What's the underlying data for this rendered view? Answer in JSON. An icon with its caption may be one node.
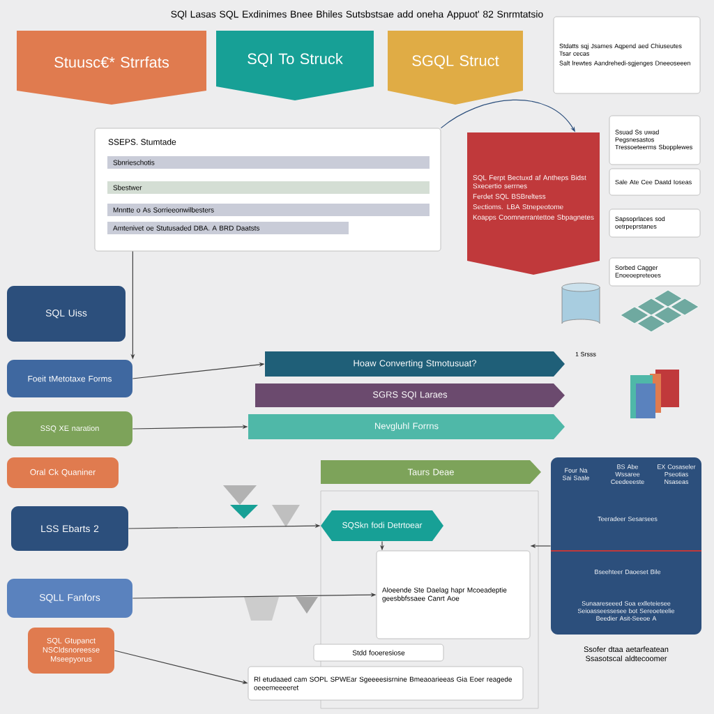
{
  "diagram": {
    "title": "SQl Lasas SQL Exdinimes Bnee Bhiles Sutsbstsae add oneha Appuot' 82 Snrmtatsio",
    "nodes": [
      {
        "text": [
          "Stuusc€* Strrfats"
        ]
      },
      {
        "text": [
          "SQI To Struck"
        ]
      },
      {
        "text": [
          "SGQL Struct"
        ]
      },
      {
        "text": [
          "Stdatts sqj Jsames Aqpend aed Chiuseutes Tsar cecas",
          "Salt lrewtes Aandrehedi-sgjenges Dneeoseeen"
        ]
      },
      {
        "text": [
          "SSEPS. Stumtade"
        ]
      },
      {
        "text": [
          "Sbnrieschotis"
        ],
        "in": 4
      },
      {
        "text": [
          "Sbestwer"
        ],
        "in": 4
      },
      {
        "text": [
          "Mnntte o As Sorrieeonwilbesters"
        ],
        "in": 4
      },
      {
        "text": [
          "Amtenivet oe Stutusaded DBA. A BRD Daatsts"
        ],
        "in": 4
      },
      {
        "text": [
          "SQL Ferpt Bectuxd af Antheps Bidst Sxecertio serrnes",
          "Ferdet SQL BSBreltess",
          "Sectioms. LBA Stnepeotome",
          "Koapps Coomnerrantettoe Sbpagnetes"
        ]
      },
      {
        "text": [
          "Ssuad Ss uwad Pegsnesastos Tressoeteerms Sbopplewes"
        ]
      },
      {
        "text": [
          "Sale Ate Cee Daatd Ioseas"
        ]
      },
      {
        "text": [
          "Sapsoprlaces sod oetrpeprstanes"
        ]
      },
      {
        "text": [
          "Sorbed Cagger Enoeoepreteoes"
        ]
      },
      {
        "text": [
          "SQL Uiss"
        ]
      },
      {
        "text": [],
        "shape": "cylinder"
      },
      {
        "text": [],
        "shape": "picture"
      },
      {
        "text": [],
        "shape": "picture"
      },
      {
        "text": [
          "Foeit tMetotaxe Forms"
        ]
      },
      {
        "text": [
          "Hoaw Converting Stmotusuat?"
        ]
      },
      {
        "text": [
          "SGRS SQI Laraes"
        ]
      },
      {
        "text": [
          "Nevgluhl Forrns"
        ]
      },
      {
        "text": [
          "SSQ XE naration"
        ]
      },
      {
        "text": [
          "Oral Ck Quaniner"
        ]
      },
      {
        "text": [
          "Taurs Deae"
        ]
      },
      {
        "text": [
          "Four Na Sai Saale",
          "BS Abe Wssaree Ceedeeeste",
          "EX Cosaseler Pseotias Nsaseas",
          "Teeradeer Sesarsees",
          "Bseehteer Daoeset Bile",
          "Sunaareseeed Soa exlleteiesee Seioasseessesee bot Sereoeteelie Beedier Asit-Seeoe A"
        ],
        "beside": [
          "Ssofer dtaa aetarfeatean Ssasotscal aldtecoomer"
        ]
      },
      {
        "text": [
          "LSS Ebarts 2"
        ]
      },
      {
        "text": [
          "SQSkn fodi Detrtoear"
        ]
      },
      {
        "text": [
          "Aloeende Ste Daelag hapr Mcoeadeptie geesbbfssaee Canrt Aoe"
        ]
      },
      {
        "text": [
          "SQLL Fanfors"
        ]
      },
      {
        "text": [
          "SQL Gtupanct NSCldsnoreesse Mseepyorus"
        ]
      },
      {
        "text": [
          "Stdd fooeresiose"
        ]
      },
      {
        "text": [
          "Rl etudaaed cam SOPL SPWEar Sgeeeesisrnine Bmeaoarieeas Gia Eoer reagede oeeemeeeeret"
        ]
      }
    ],
    "edges": [
      {
        "from": 4,
        "to": 18,
        "arrow": "to"
      },
      {
        "from": 4,
        "to": 9,
        "arrow": "to",
        "color": "#2c4f7c"
      },
      {
        "from": 18,
        "to": 19,
        "arrow": "to"
      },
      {
        "from": 22,
        "to": 21,
        "arrow": "to"
      },
      {
        "from": 26,
        "to": 27,
        "arrow": "to"
      },
      {
        "from": 29,
        "to": 28,
        "arrow": "to"
      },
      {
        "from": 30,
        "to": 32,
        "arrow": "to"
      },
      {
        "from": 27,
        "to": 28,
        "arrow": "to"
      },
      {
        "from": 25,
        "to": 28,
        "arrow": "to"
      }
    ],
    "labels": [
      "1 Srsss"
    ]
  }
}
